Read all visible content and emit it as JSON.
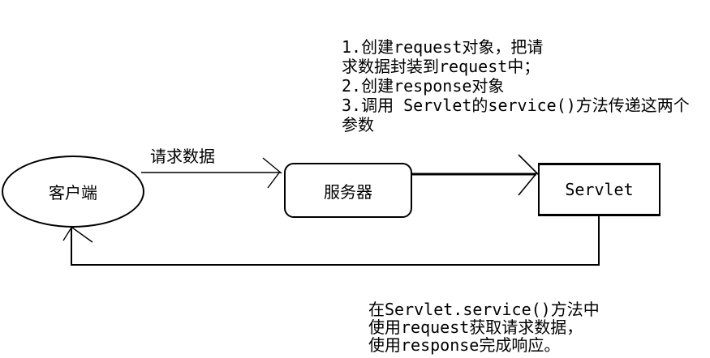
{
  "diagram": {
    "background": "#ffffff",
    "stroke_color": "#000000",
    "nodes": {
      "client": {
        "label": "客户端",
        "shape": "ellipse"
      },
      "server": {
        "label": "服务器",
        "shape": "rounded-rect"
      },
      "servlet": {
        "label": "Servlet",
        "shape": "rect"
      }
    },
    "edges": {
      "client_to_server": {
        "label": "请求数据"
      }
    },
    "annotations": {
      "server_steps": {
        "lines": [
          "1.创建request对象，把请",
          "求数据封装到request中；",
          "2.创建response对象",
          "3.调用 Servlet的service()方法传递这两个",
          "参数"
        ]
      },
      "servlet_note": {
        "lines": [
          "在Servlet.service()方法中",
          "使用request获取请求数据，",
          "使用response完成响应。"
        ]
      }
    }
  }
}
